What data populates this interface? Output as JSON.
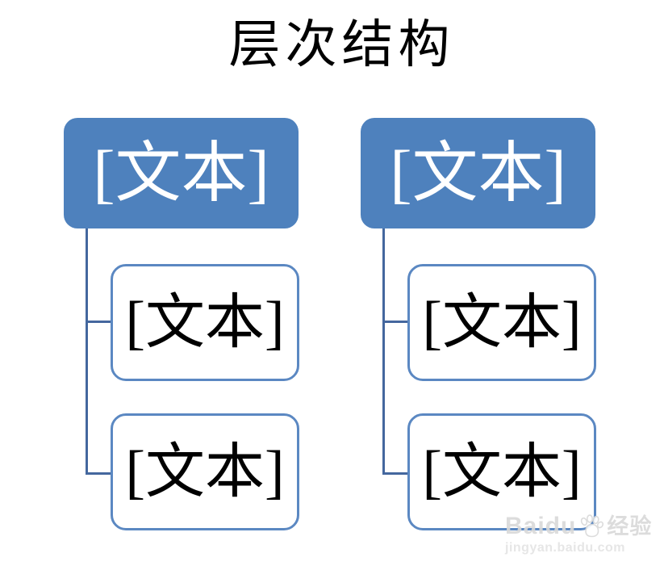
{
  "title": "层次结构",
  "diagram": {
    "type": "hierarchy",
    "groups": [
      {
        "parent": "[文本]",
        "children": [
          "[文本]",
          "[文本]"
        ]
      },
      {
        "parent": "[文本]",
        "children": [
          "[文本]",
          "[文本]"
        ]
      }
    ]
  },
  "watermark": {
    "brand": "Baidu",
    "brand_suffix": "经验",
    "url": "jingyan.baidu.com"
  },
  "colors": {
    "parent_fill": "#4E81BD",
    "parent_text": "#FFFFFF",
    "box_border": "#5B88C2",
    "box_fill": "#FFFFFF",
    "connector": "#44679E",
    "child_text": "#000000",
    "title_text": "#000000",
    "watermark_text": "#D9D9D9",
    "watermark_url": "#E4E4E4"
  }
}
